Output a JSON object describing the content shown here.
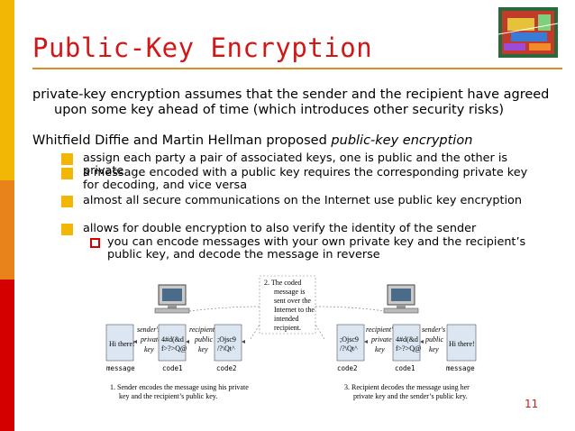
{
  "title": "Public-Key Encryption",
  "paragraph1": {
    "line1": "private-key encryption assumes that the sender and the recipient have agreed",
    "line2": "upon some key ahead of time (which introduces other security risks)"
  },
  "paragraph2": {
    "prefix": "Whitfield Diffie and Martin Hellman proposed ",
    "emphasis": "public-key encryption"
  },
  "bullets": [
    "assign each party a pair of associated keys, one is public and the other is private",
    "a message encoded with a public key requires the corresponding private key for decoding, and vice versa",
    "almost all secure communications on the Internet use public key encryption",
    "allows for double encryption to also verify the identity of the sender"
  ],
  "sub_bullet": "you can encode messages with your own private key and the recipient’s public key, and decode the message in reverse",
  "diagram": {
    "step2_lines": [
      "2.  The coded",
      "message is",
      "sent over the",
      "Internet to the",
      "intended",
      "recipient."
    ],
    "left_boxes": [
      "Hi there!",
      "4#d(&d",
      "f>?>Q@",
      ";Ojsc9",
      "/?\\Qt^"
    ],
    "left_keys": [
      [
        "sender's",
        "private",
        "key"
      ],
      [
        "recipient's",
        "public",
        "key"
      ]
    ],
    "right_boxes": [
      ";Ojsc9",
      "/?\\Qt^",
      "4#d(&d",
      "f>?>Q@",
      "Hi there!"
    ],
    "right_keys": [
      [
        "recipient's",
        "private",
        "key"
      ],
      [
        "sender's",
        "public",
        "key"
      ]
    ],
    "left_labels": [
      "message",
      "code1",
      "code2"
    ],
    "right_labels": [
      "code2",
      "code1",
      "message"
    ],
    "caption1_lines": [
      "1.  Sender encodes the message using his private",
      "key and the recipient’s public key."
    ],
    "caption3_lines": [
      "3.  Recipient decodes the message using her",
      "private key and the sender’s public key."
    ]
  },
  "page_number": "11"
}
